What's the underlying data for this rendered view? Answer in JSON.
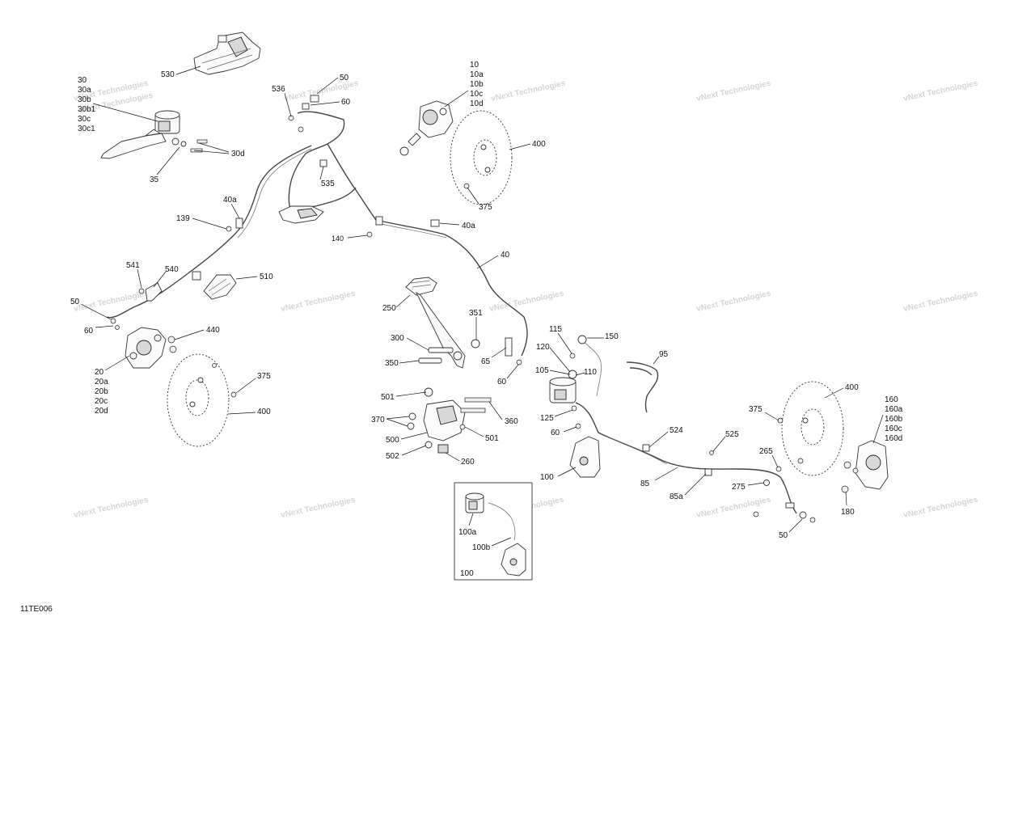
{
  "diagram_code": "11TE006",
  "watermark": "vNext Technologies",
  "labels": {
    "l530": "530",
    "l30": "30",
    "l30a": "30a",
    "l30b": "30b",
    "l30b1": "30b1",
    "l30c": "30c",
    "l30c1": "30c1",
    "l30d": "30d",
    "l35": "35",
    "l536": "536",
    "l50_top": "50",
    "l60_top": "60",
    "l535": "535",
    "l10": "10",
    "l10a": "10a",
    "l10b": "10b",
    "l10c": "10c",
    "l10d": "10d",
    "l400_top": "400",
    "l375_top": "375",
    "l40a_left": "40a",
    "l139": "139",
    "l140": "140",
    "l40a_right": "40a",
    "l40": "40",
    "l541": "541",
    "l540": "540",
    "l510": "510",
    "l50_left": "50",
    "l60_left": "60",
    "l440": "440",
    "l20": "20",
    "l20a": "20a",
    "l20b": "20b",
    "l20c": "20c",
    "l20d": "20d",
    "l375_left": "375",
    "l400_left": "400",
    "l250": "250",
    "l351": "351",
    "l300": "300",
    "l350": "350",
    "l65": "65",
    "l60_mid": "60",
    "l115": "115",
    "l150": "150",
    "l120": "120",
    "l105": "105",
    "l110": "110",
    "l95": "95",
    "l501_top": "501",
    "l370": "370",
    "l360": "360",
    "l500": "500",
    "l501_bot": "501",
    "l502": "502",
    "l260": "260",
    "l125": "125",
    "l60_br": "60",
    "l100": "100",
    "l524": "524",
    "l85": "85",
    "l525": "525",
    "l85a": "85a",
    "l400_right": "400",
    "l375_right": "375",
    "l265": "265",
    "l275": "275",
    "l160": "160",
    "l160a": "160a",
    "l160b": "160b",
    "l160c": "160c",
    "l160d": "160d",
    "l180": "180",
    "l50_br": "50",
    "l100a": "100a",
    "l100b": "100b",
    "l100_inset": "100"
  }
}
